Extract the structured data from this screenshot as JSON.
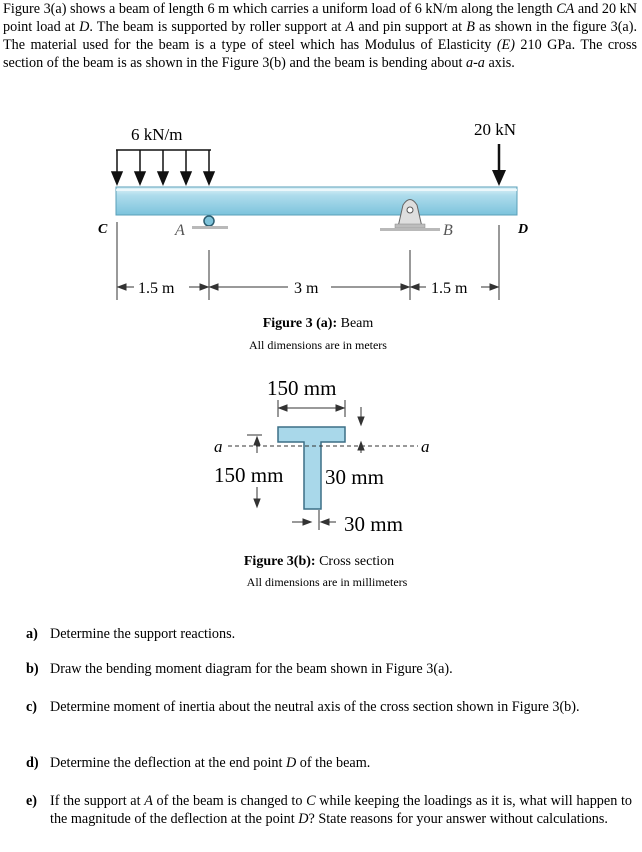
{
  "intro": {
    "p1": "Figure 3(a) shows a beam of length 6 m which carries a uniform load of 6 kN/m along the length ",
    "ca": "CA",
    "p2": " and 20 kN point load at ",
    "d": "D",
    "p3": ". The beam is supported by roller support at ",
    "a": "A",
    "p4": " and pin support at ",
    "b": "B",
    "p5": " as shown in the figure 3(a). The material used for the beam is a type of steel which has Modulus of Elasticity ",
    "e": "(E)",
    "p6": " 210 GPa. The cross section of the beam is as shown in the Figure 3(b) and the beam is bending about ",
    "aa": "a-a",
    "p7": " axis."
  },
  "beam_figure": {
    "udl_label": "6 kN/m",
    "point_load_label": "20 kN",
    "labels": {
      "c": "C",
      "a": "A",
      "b": "B",
      "d": "D"
    },
    "dims": {
      "ca": "1.5 m",
      "ab": "3 m",
      "bd": "1.5 m"
    },
    "caption_bold": "Figure 3 (a):",
    "caption_rest": " Beam",
    "note": "All dimensions are in meters",
    "colors": {
      "beam_top": "#c6e6f0",
      "beam_mid": "#9fd3e6",
      "beam_edge": "#5a9fb8"
    }
  },
  "section_figure": {
    "flange_width": "150 mm",
    "depth": "150 mm",
    "web_label": "30 mm",
    "flange_label": "30 mm",
    "axis_left": "a",
    "axis_right": "a",
    "caption_bold": "Figure 3(b):",
    "caption_rest": " Cross section",
    "note": "All dimensions are in millimeters",
    "colors": {
      "fill": "#a9d8ea",
      "stroke": "#3c6f86"
    }
  },
  "questions": [
    {
      "key": "a)",
      "text": "Determine the support reactions."
    },
    {
      "key": "b)",
      "text": "Draw the bending moment diagram for the beam shown in Figure 3(a)."
    },
    {
      "key": "c)",
      "text": "Determine moment of inertia about the neutral axis of the cross section shown in Figure 3(b)."
    },
    {
      "key": "d)",
      "text_before": "Determine the deflection at the end point ",
      "point": "D",
      "text_after": " of the beam."
    },
    {
      "key": "e)",
      "text_before": "If the support at ",
      "from": "A",
      "text_mid": " of the beam is changed to ",
      "to": "C",
      "text_after": " while keeping the loadings as it is, what will happen to the magnitude of the deflection at the point ",
      "point": "D",
      "text_end": "? State reasons for your answer without calculations."
    }
  ]
}
